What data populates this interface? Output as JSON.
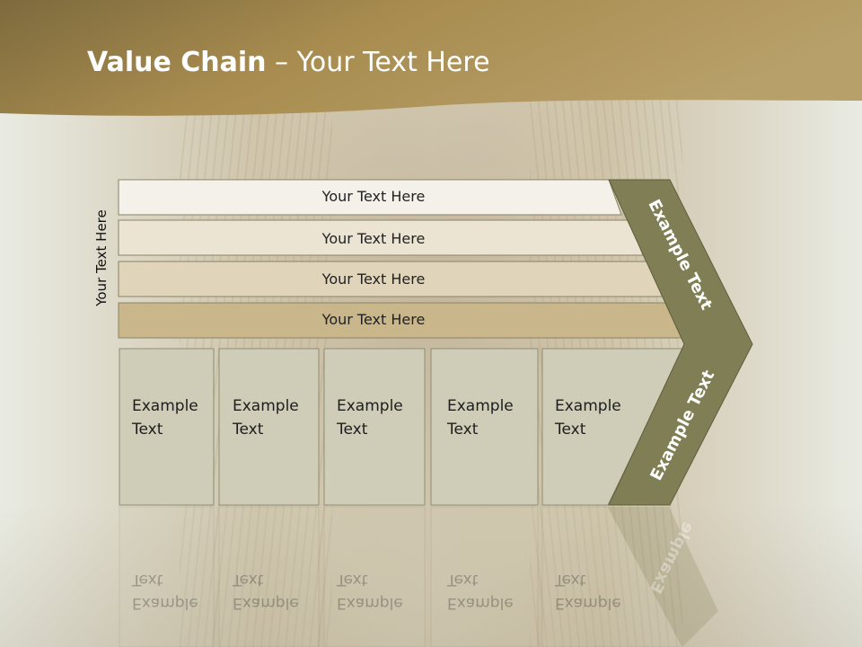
{
  "slide": {
    "title_bold": "Value Chain",
    "title_rest": " – Your Text Here",
    "vertical_label": "Your Text Here",
    "support_bars": [
      "Your Text Here",
      "Your Text Here",
      "Your Text Here",
      "Your Text Here"
    ],
    "activities": [
      {
        "line1": "Example",
        "line2": "Text"
      },
      {
        "line1": "Example",
        "line2": "Text"
      },
      {
        "line1": "Example",
        "line2": "Text"
      },
      {
        "line1": "Example",
        "line2": "Text"
      },
      {
        "line1": "Example",
        "line2": "Text"
      }
    ],
    "chevron_top": "Example Text",
    "chevron_bottom": "Example Text",
    "chevron_reflection": "Example"
  },
  "colors": {
    "header_gold": "#9a8145",
    "chevron_olive": "#7f7e54",
    "bar_1": "#f4f1ea",
    "bar_2": "#ebe4d3",
    "bar_3": "#e0d5bb",
    "bar_4": "#c9b68a",
    "activity_box": "#cfcdb7"
  }
}
